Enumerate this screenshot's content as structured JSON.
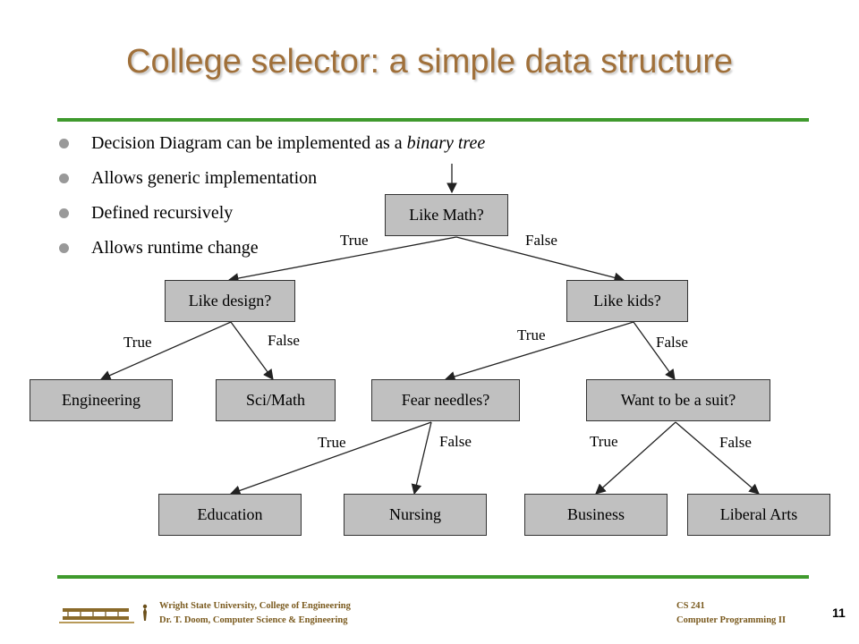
{
  "title": "College selector: a simple data structure",
  "bullets": [
    {
      "text": "Decision Diagram can be implemented as a ",
      "italic": "binary tree"
    },
    {
      "text": "Allows generic implementation",
      "italic": ""
    },
    {
      "text": "Defined recursively",
      "italic": ""
    },
    {
      "text": "Allows runtime change",
      "italic": ""
    }
  ],
  "tree": {
    "root": "Like Math?",
    "like_design": "Like design?",
    "like_kids": "Like kids?",
    "engineering": "Engineering",
    "sci_math": "Sci/Math",
    "fear_needles": "Fear needles?",
    "want_suit": "Want to be a suit?",
    "education": "Education",
    "nursing": "Nursing",
    "business": "Business",
    "liberal_arts": "Liberal Arts",
    "true_label": "True",
    "false_label": "False"
  },
  "footer": {
    "university": "Wright State University, College of Engineering",
    "author": "Dr. T. Doom, Computer Science & Engineering",
    "course": "CS 241",
    "course_name": "Computer Programming II",
    "page": "11"
  },
  "colors": {
    "title": "#a0703a",
    "rule": "#3f9a2d",
    "node_fill": "#c0c0c0",
    "footer_text": "#7a5a1e"
  }
}
